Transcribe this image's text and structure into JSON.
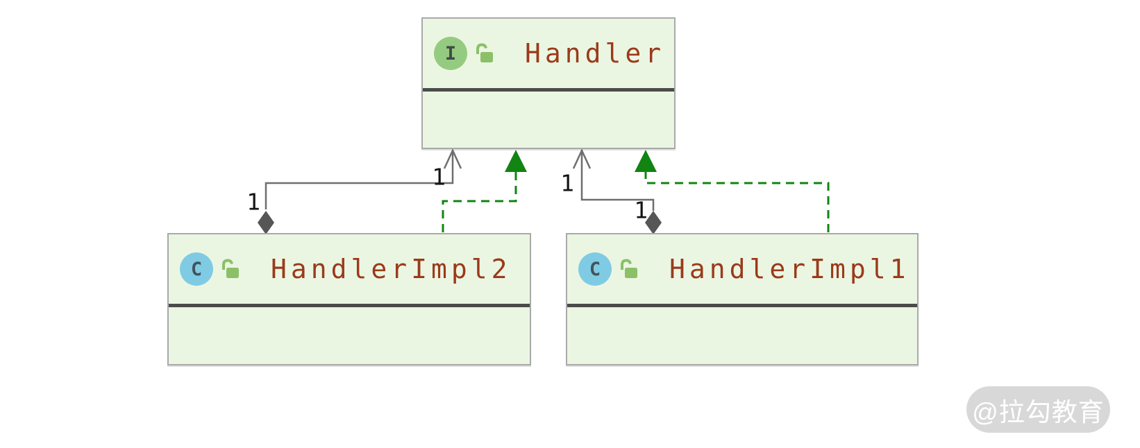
{
  "diagram": {
    "type": "uml-class-diagram",
    "nodes": [
      {
        "name": "Handler",
        "kind": "interface",
        "icon_letter": "I",
        "visibility_icon": "unlocked-padlock",
        "fields": "",
        "methods": ""
      },
      {
        "name": "HandlerImpl2",
        "kind": "class",
        "icon_letter": "C",
        "visibility_icon": "unlocked-padlock",
        "fields": "",
        "methods": ""
      },
      {
        "name": "HandlerImpl1",
        "kind": "class",
        "icon_letter": "C",
        "visibility_icon": "unlocked-padlock",
        "fields": "",
        "methods": ""
      }
    ],
    "edges": [
      {
        "type": "aggregation",
        "source": "HandlerImpl2",
        "target": "Handler",
        "source_multiplicity": "1",
        "target_multiplicity": "1"
      },
      {
        "type": "realization",
        "source": "HandlerImpl2",
        "target": "Handler"
      },
      {
        "type": "aggregation",
        "source": "HandlerImpl1",
        "target": "Handler",
        "source_multiplicity": "1",
        "target_multiplicity": "1"
      },
      {
        "type": "realization",
        "source": "HandlerImpl1",
        "target": "Handler"
      }
    ]
  },
  "watermark": {
    "text": "@拉勾教育"
  },
  "colors": {
    "background": "#ffffff",
    "node_fill": "#ebf6e2",
    "node_border": "#a9a9a9",
    "node_separator": "#4b4b4b",
    "class_name_text": "#9a3a1b",
    "interface_icon_bg": "#95cb80",
    "class_icon_bg": "#7fcbe4",
    "lock_icon_green": "#8cc068",
    "aggregation_line": "#6e6e6e",
    "aggregation_diamond": "#565657",
    "realization_line": "#118411",
    "multiplicity_text": "#141414",
    "watermark_bg": "#d8d8d8",
    "watermark_text": "#ffffff"
  }
}
